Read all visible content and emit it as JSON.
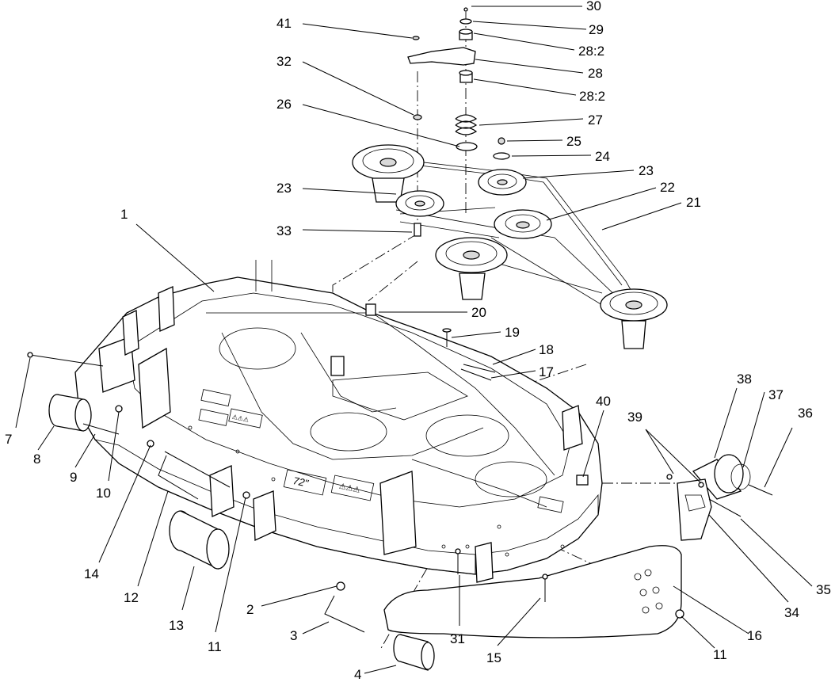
{
  "labels": {
    "l30": "30",
    "l29": "29",
    "l28a": "28:2",
    "l28b": "28",
    "l28c": "28:2",
    "l41": "41",
    "l32": "32",
    "l26": "26",
    "l27": "27",
    "l25": "25",
    "l24": "24",
    "l23a": "23",
    "l23b": "23",
    "l22": "22",
    "l21": "21",
    "l1": "1",
    "l33": "33",
    "l20": "20",
    "l19": "19",
    "l18": "18",
    "l17": "17",
    "l7": "7",
    "l8": "8",
    "l9": "9",
    "l10": "10",
    "l40": "40",
    "l39": "39",
    "l38": "38",
    "l37": "37",
    "l36": "36",
    "l14": "14",
    "l12": "12",
    "l13": "13",
    "l11a": "11",
    "l2": "2",
    "l3": "3",
    "l4": "4",
    "l31": "31",
    "l15": "15",
    "l16": "16",
    "l11b": "11",
    "l34": "34",
    "l35": "35"
  },
  "deck_decals": {
    "size": "72\"",
    "warning_a": "⚠⚠⚠",
    "warning_b": "⚠⚠⚠"
  }
}
